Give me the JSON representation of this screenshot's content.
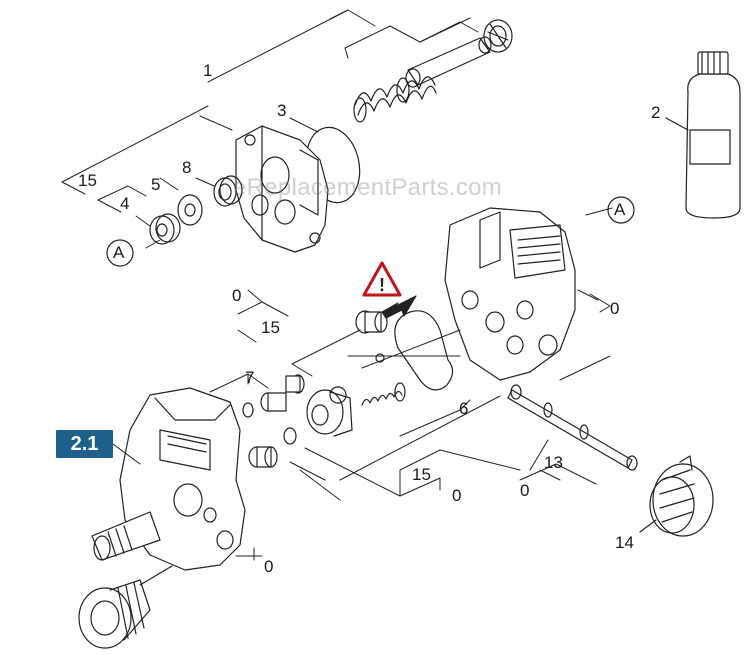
{
  "watermark": "eReplacementParts.com",
  "callout": "2.1",
  "ref_letter": "A",
  "labels": {
    "one": "1",
    "two": "2",
    "three": "3",
    "four": "4",
    "five": "5",
    "six": "6",
    "seven": "7",
    "eight": "8",
    "thirteen": "13",
    "fourteen": "14",
    "fifteen": "15",
    "zero": "0"
  },
  "colors": {
    "callout_bg": "#1f5f8b",
    "warning_red": "#c0141c",
    "line": "#222222"
  },
  "icons": [
    "warning-triangle-icon",
    "arrow-icon"
  ]
}
